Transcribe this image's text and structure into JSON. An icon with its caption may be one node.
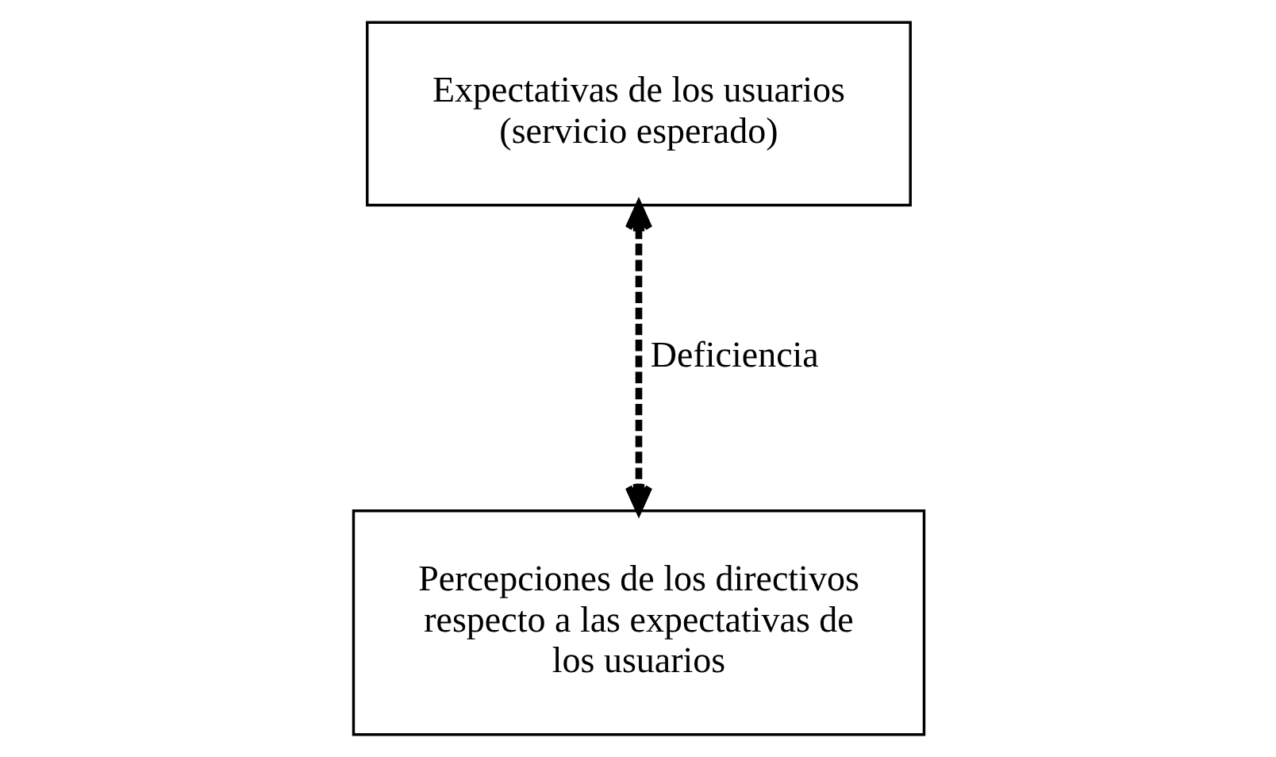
{
  "diagram": {
    "nodes": [
      {
        "text": [
          "Expectativas de los usuarios (servicio esperado)"
        ]
      },
      {
        "text": [
          "Percepciones de los directivos respecto a las expectativas de los usuarios"
        ]
      }
    ],
    "edges": [
      {
        "from": 0,
        "to": 1,
        "arrow": "both",
        "style": "dashed",
        "label": "Deficiencia"
      }
    ]
  }
}
